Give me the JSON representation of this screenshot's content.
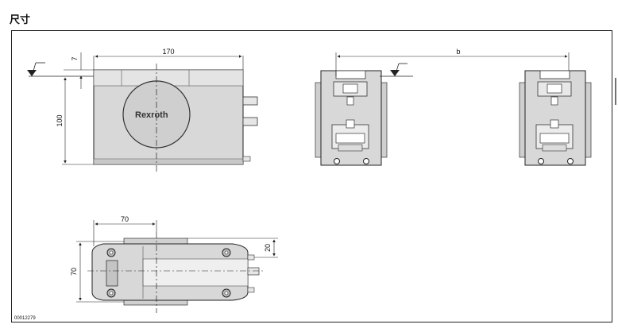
{
  "page": {
    "title": "尺寸"
  },
  "drawing": {
    "brand_logo": "Rexroth",
    "drawing_code": "00012279",
    "dimensions": {
      "front_width": "170",
      "front_height": "100",
      "front_offset": "7",
      "side_spacing": "b",
      "top_offset": "70",
      "top_depth": "70",
      "top_shaft": "20"
    }
  },
  "colors": {
    "body_fill": "#d8d8d8",
    "body_light": "#ececec",
    "body_dark": "#bdbdbd",
    "line": "#222222"
  }
}
